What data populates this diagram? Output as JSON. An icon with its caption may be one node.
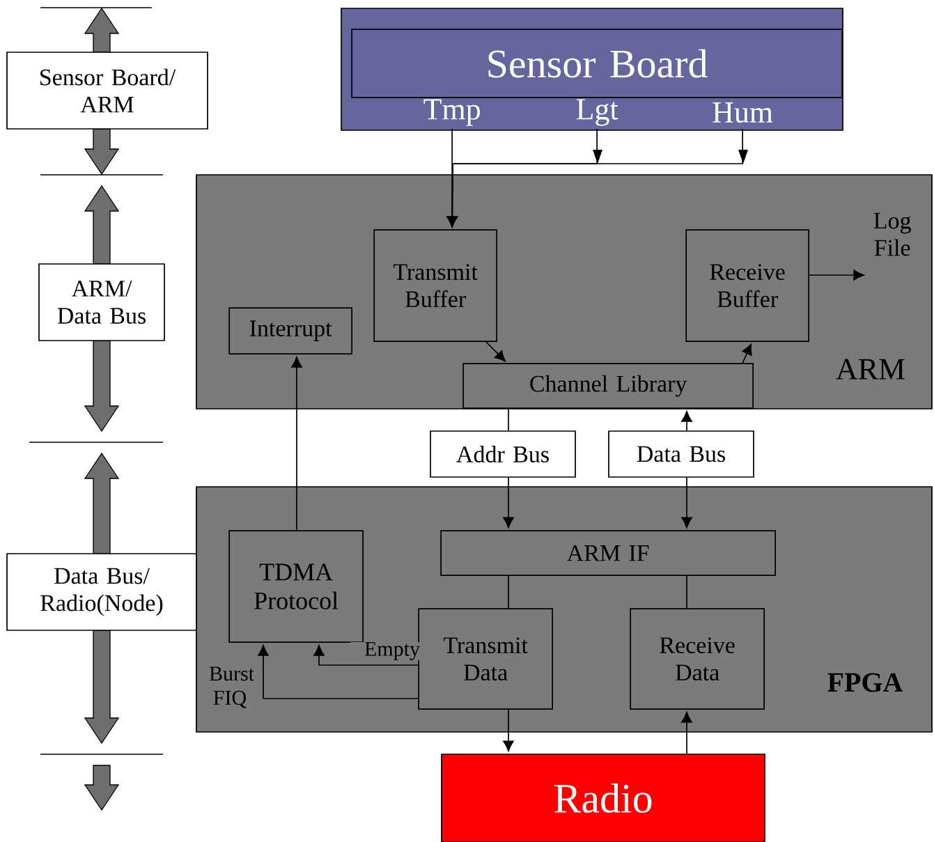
{
  "diagram": {
    "nodes": [
      {
        "text": [],
        "shape": "box"
      },
      {
        "text": [
          "Sensor Board"
        ],
        "in": 0
      },
      {
        "text": [
          "Tmp"
        ],
        "in": 0
      },
      {
        "text": [
          "Lgt"
        ],
        "in": 0
      },
      {
        "text": [
          "Hum"
        ],
        "in": 0
      },
      {
        "text": [
          "ARM"
        ]
      },
      {
        "text": [
          "Transmit Buffer"
        ],
        "in": 5
      },
      {
        "text": [
          "Receive Buffer"
        ],
        "in": 5
      },
      {
        "text": [
          "Interrupt"
        ],
        "in": 5
      },
      {
        "text": [
          "Channel Library"
        ],
        "in": 5
      },
      {
        "text": [
          "Log File"
        ],
        "in": 5
      },
      {
        "text": [
          "Addr Bus"
        ]
      },
      {
        "text": [
          "Data Bus"
        ]
      },
      {
        "text": [
          "FPGA"
        ]
      },
      {
        "text": [
          "TDMA Protocol"
        ],
        "in": 13
      },
      {
        "text": [
          "ARM IF"
        ],
        "in": 13
      },
      {
        "text": [
          "Transmit Data"
        ],
        "in": 13
      },
      {
        "text": [
          "Receive Data"
        ],
        "in": 13
      },
      {
        "text": [
          "Radio"
        ]
      },
      {
        "text": [
          "Sensor Board/ ARM"
        ]
      },
      {
        "text": [
          "ARM/ Data Bus"
        ]
      },
      {
        "text": [
          "Data Bus/ Radio(Node)"
        ]
      }
    ],
    "edges": [
      {
        "from": 2,
        "to": 6,
        "arrow": "to"
      },
      {
        "from": 3,
        "to": 6,
        "arrow": "to"
      },
      {
        "from": 4,
        "to": 6,
        "arrow": "to"
      },
      {
        "from": 6,
        "to": 9,
        "arrow": "to"
      },
      {
        "from": 9,
        "to": 7,
        "arrow": "to"
      },
      {
        "from": 7,
        "to": 10,
        "arrow": "to"
      },
      {
        "from": 14,
        "to": 8,
        "arrow": "to"
      },
      {
        "from": 9,
        "to": 11,
        "arrow": "none"
      },
      {
        "from": 11,
        "to": 15,
        "arrow": "to"
      },
      {
        "from": 12,
        "to": 9,
        "arrow": "to"
      },
      {
        "from": 12,
        "to": 15,
        "arrow": "to"
      },
      {
        "from": 15,
        "to": 16,
        "arrow": "none"
      },
      {
        "from": 15,
        "to": 17,
        "arrow": "none"
      },
      {
        "from": 16,
        "to": 14,
        "arrow": "to",
        "label": "Empty"
      },
      {
        "from": 16,
        "to": 14,
        "arrow": "to",
        "label": "Burst FIQ"
      },
      {
        "from": 16,
        "to": 18,
        "arrow": "to"
      },
      {
        "from": 18,
        "to": 17,
        "arrow": "to"
      }
    ]
  }
}
